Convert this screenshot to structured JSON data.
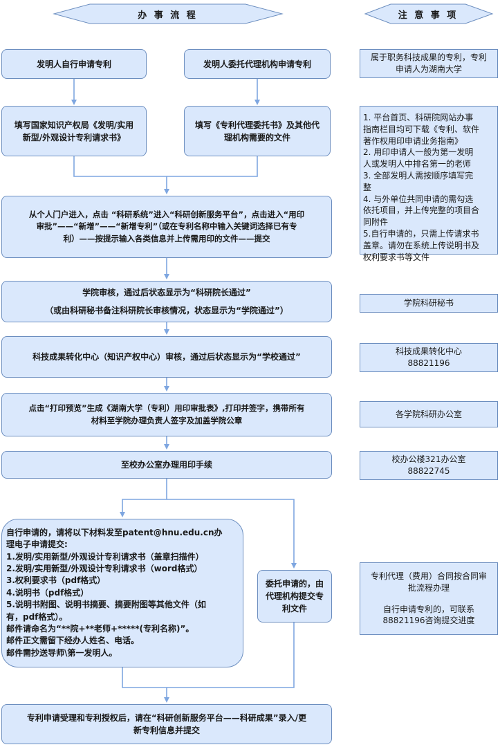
{
  "headers": {
    "process": "办 事 流 程",
    "notes": "注 意 事 项"
  },
  "steps": {
    "self_apply": "发明人自行申请专利",
    "agency_apply": "发明人委托代理机构申请专利",
    "fill_form_lines": [
      "填写国家知识产权局《发明/实用",
      "新型/外观设计专利请求书》"
    ],
    "fill_agency_lines": [
      "填写《专利代理委托书》及其他代",
      "理机构需要的文件"
    ],
    "portal_lines": [
      "从个人门户进入，点击 “科研系统”进入“科研创新服务平台”，点击进入“用印",
      "审批”——“新增”——“新增专利”（或在专利名称中输入关键词选择已有专",
      "利）——按提示输入各类信息并上传需用印的文件——提交"
    ],
    "college_review_1": "学院审核，通过后状态显示为“科研院长通过”",
    "college_review_2": "（或由科研秘书备注科研院长审核情况，状态显示为“学院通过”）",
    "school_review": "科技成果转化中心（知识产权中心）审核，通过后状态显示为“学校通过”",
    "print_lines": [
      "点击“打印预览”生成《湖南大学（专利）用印审批表》,打印并签字，携带所有",
      "材料至学院办理负责人签字及加盖学院公章"
    ],
    "office_seal": "至校办公室办理用印手续",
    "self_submit_lines": [
      "自行申请的，请将以下材料发至patent@hnu.edu.cn办",
      "理电子申请提交:",
      "1.发明/实用新型/外观设计专利请求书（盖章扫描件）",
      "2.发明/实用新型/外观设计专利请求书（word格式）",
      "3.权利要求书（pdf格式）",
      "4.说明书（pdf格式）",
      "5.说明书附图、说明书摘要、摘要附图等其他文件（如",
      "有，pdf格式）。",
      "邮件请命名为“**院+**老师+*****(专利名称)”。",
      "邮件正文需留下经办人姓名、电话。",
      "邮件需抄送导师\\第一发明人。"
    ],
    "agency_submit_lines": [
      "委托申请的，由",
      "代理机构提交专",
      "利文件"
    ],
    "final_lines": [
      "专利申请受理和专利授权后，请在“科研创新服务平台——科研成果”录入/更",
      "新专利信息并提交"
    ]
  },
  "notes": {
    "ownership_lines": [
      "属于职务科技成果的专利，专利",
      "申请人为湖南大学"
    ],
    "guide_lines": [
      "1. 平台首页、科研院网站办事",
      "指南栏目均可下载《专利、软件",
      "著作权用印申请业务指南》",
      "2. 用印申请人一般为第一发明",
      "人或发明人中排名第一的老师",
      "3. 全部发明人需按顺序填写完",
      "整",
      "4. 与外单位共同申请的需勾选",
      "依托项目，并上传完整的项目合",
      "同附件",
      "5.自行申请的，只需上传请求书",
      "盖章。请勿在系统上传说明书及",
      "权利要求书等文件"
    ],
    "secretary": "学院科研秘书",
    "transfer_center_lines": [
      "科技成果转化中心",
      "88821196"
    ],
    "college_office": "各学院科研办公室",
    "school_office_lines": [
      "校办公楼321办公室",
      "88822745"
    ],
    "contract_lines": [
      "专利代理（费用）合同按合同审",
      "批流程办理",
      "",
      "自行申请专利的，可联系",
      "88821196咨询提交进度"
    ]
  },
  "colors": {
    "fill": "#dae8fc",
    "stroke": "#6c8ebf",
    "arrow": "#7ea6e0"
  }
}
